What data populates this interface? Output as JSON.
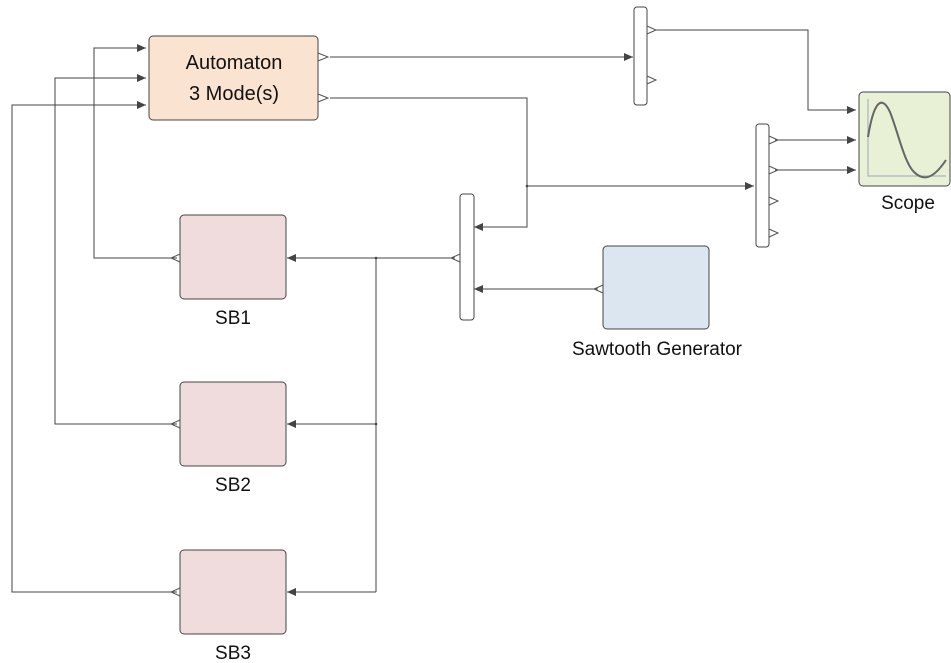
{
  "blocks": {
    "automaton": {
      "line1": "Automaton",
      "line2": "3 Mode(s)"
    },
    "sb1": {
      "label": "SB1"
    },
    "sb2": {
      "label": "SB2"
    },
    "sb3": {
      "label": "SB3"
    },
    "sawtooth": {
      "label": "Sawtooth Generator"
    },
    "scope": {
      "label": "Scope"
    }
  },
  "colors": {
    "automaton_fill": "#fbe3d1",
    "subsystem_fill": "#f0dcdc",
    "sawtooth_fill": "#dce6f1",
    "scope_fill": "#e8f0d6",
    "block_border": "#444444",
    "wire": "#444444",
    "scope_trace": "#666666",
    "scope_axis": "#aab4c0"
  },
  "icons": {
    "scope": "sine-wave-icon",
    "mux": "mux-bar-icon"
  }
}
